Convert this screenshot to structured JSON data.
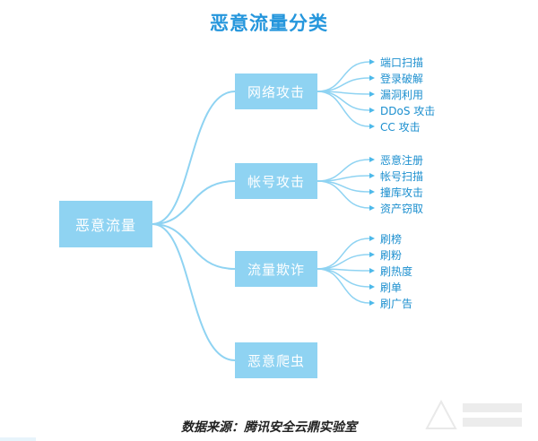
{
  "title": "恶意流量分类",
  "root": "恶意流量",
  "categories": [
    {
      "label": "网络攻击",
      "items": [
        "端口扫描",
        "登录破解",
        "漏洞利用",
        "DDoS 攻击",
        "CC 攻击"
      ]
    },
    {
      "label": "帐号攻击",
      "items": [
        "恶意注册",
        "帐号扫描",
        "撞库攻击",
        "资产窃取"
      ]
    },
    {
      "label": "流量欺诈",
      "items": [
        "刷榜",
        "刷粉",
        "刷热度",
        "刷单",
        "刷广告"
      ]
    },
    {
      "label": "恶意爬虫",
      "items": []
    }
  ],
  "footer": "数据来源：腾讯安全云鼎实验室",
  "colors": {
    "accent": "#2596dc",
    "node": "#8fd3f2",
    "line": "#8fd3f2",
    "leaf_text": "#1c8fcf"
  }
}
